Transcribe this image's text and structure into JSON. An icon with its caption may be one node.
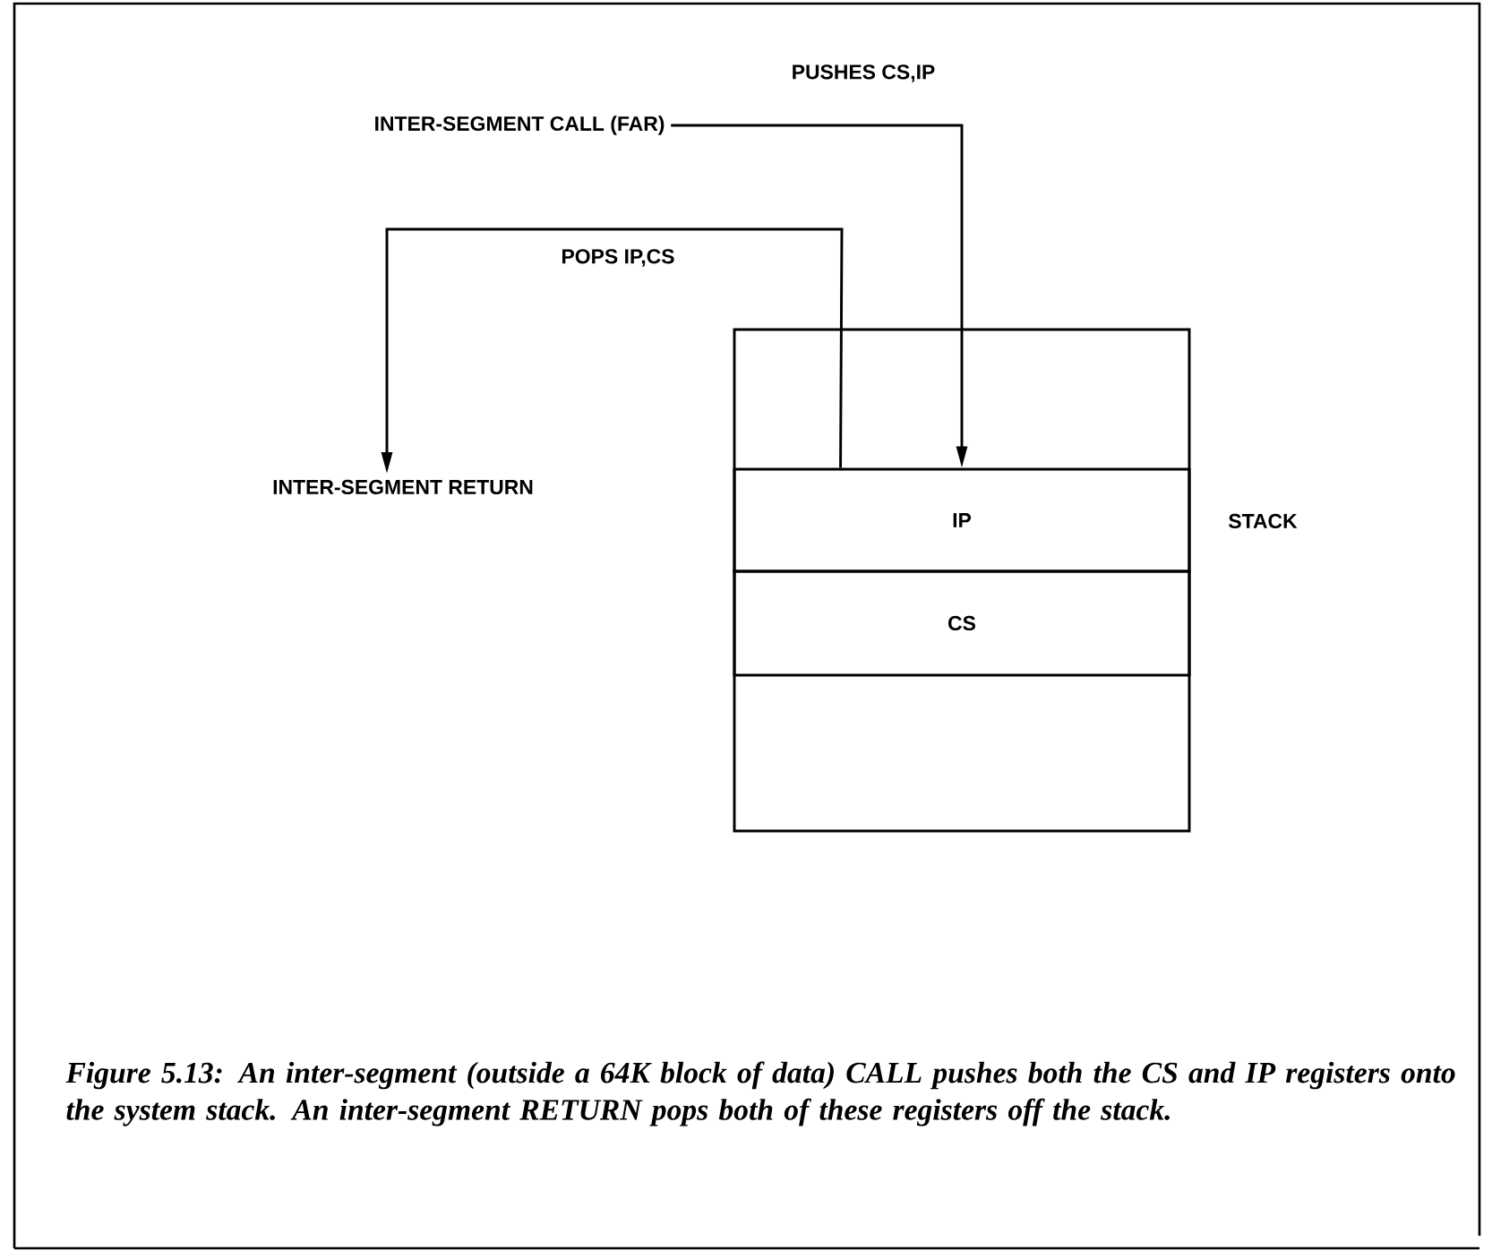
{
  "diagram": {
    "caption": "Figure 5.13: An inter-segment (outside a 64K block of data) CALL pushes both the CS and IP registers onto the system stack. An inter-segment RETURN pops both of these registers off the stack.",
    "nodes": [
      {
        "text": [
          "INTER-SEGMENT CALL (FAR)"
        ]
      },
      {
        "text": [
          "INTER-SEGMENT RETURN"
        ]
      },
      {
        "text": [],
        "shape": "box",
        "beside": [
          "STACK"
        ]
      },
      {
        "text": [
          "IP"
        ],
        "in": 2
      },
      {
        "text": [
          "CS"
        ],
        "in": 2
      }
    ],
    "edges": [
      {
        "from": 0,
        "to": 3,
        "arrow": "to",
        "label": "PUSHES CS,IP"
      },
      {
        "from": 3,
        "to": 1,
        "arrow": "to",
        "label": "POPS IP,CS"
      }
    ]
  }
}
